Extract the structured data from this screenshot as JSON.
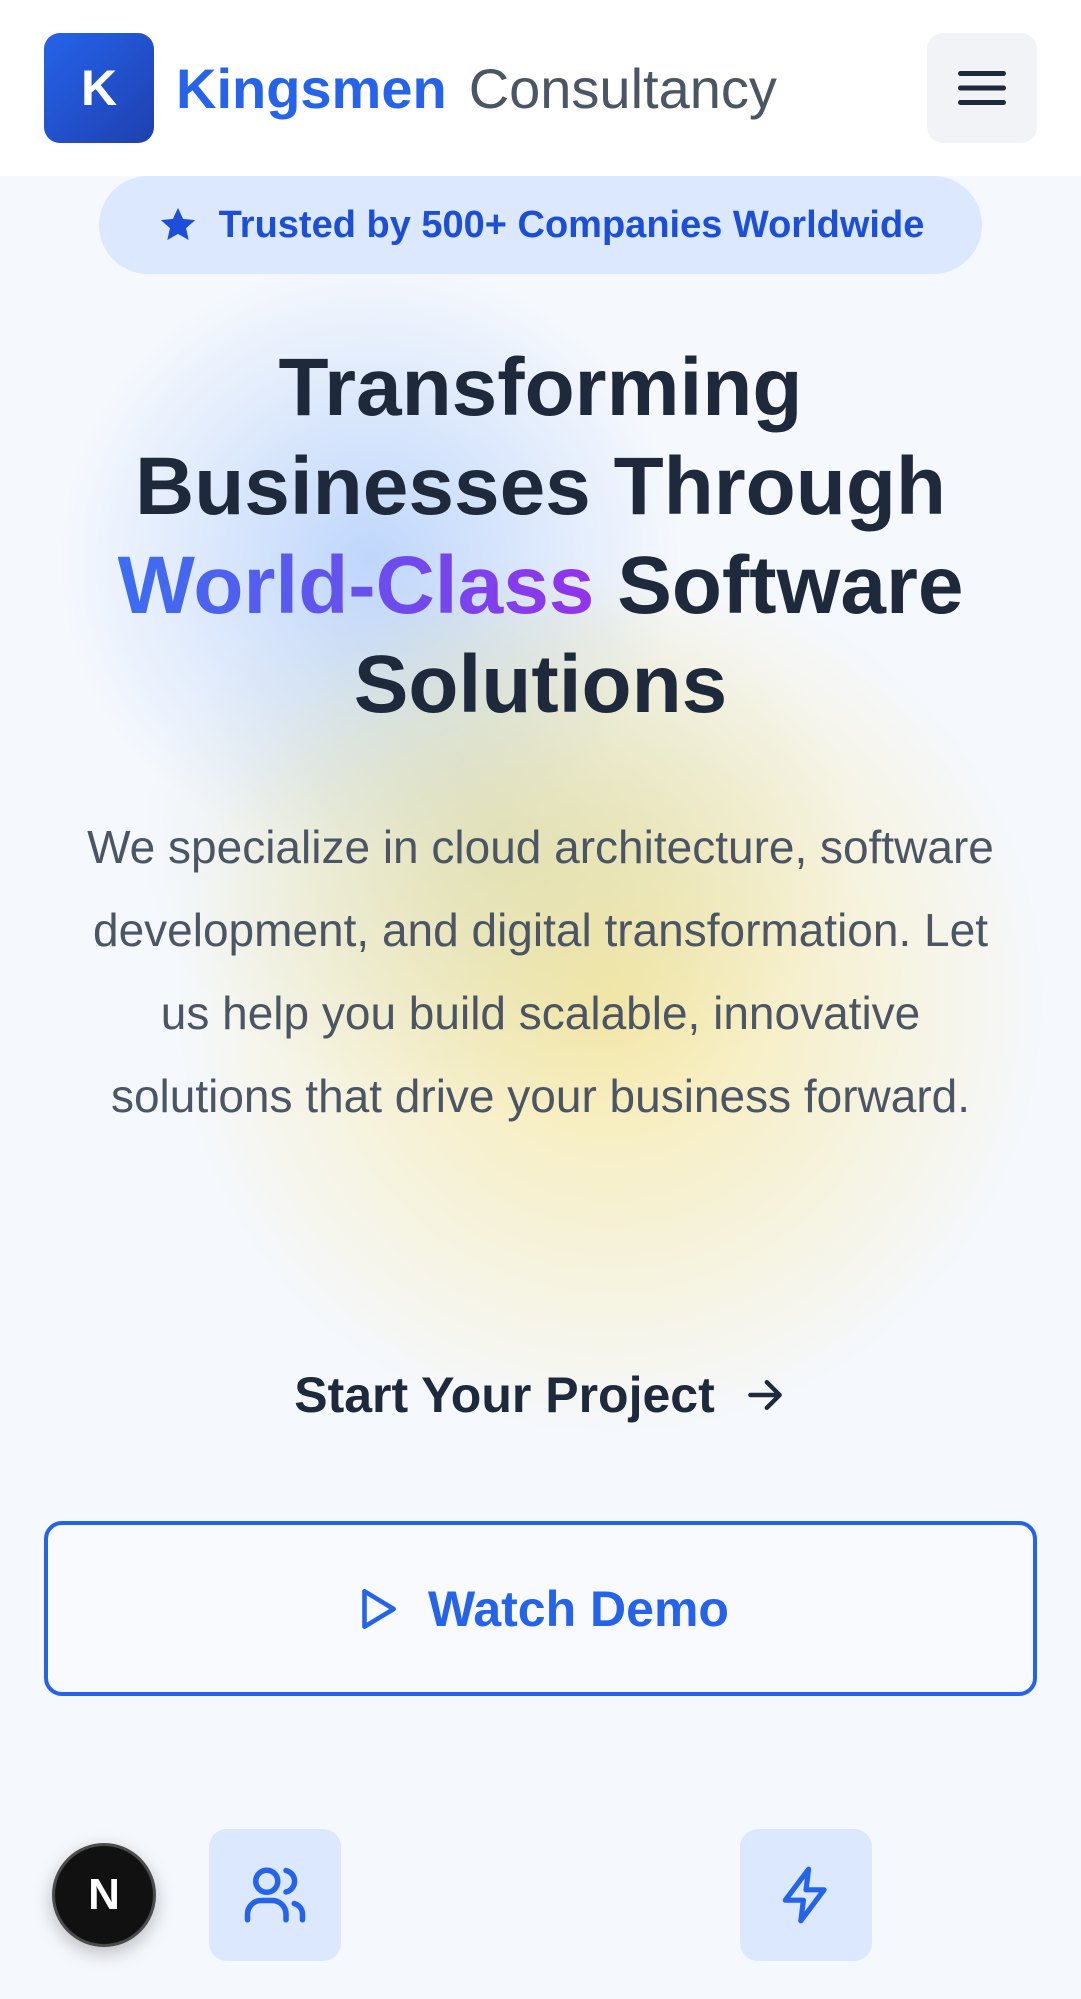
{
  "header": {
    "logo_letter": "K",
    "brand_main": "Kingsmen",
    "brand_sub": "Consultancy"
  },
  "badge": {
    "text": "Trusted by 500+ Companies Worldwide",
    "icon": "star-icon"
  },
  "hero": {
    "line1": "Transforming",
    "line2": "Businesses Through",
    "line3_highlight": "World-Class",
    "line3_rest": " Software",
    "line4": "Solutions",
    "description": "We specialize in cloud architecture, software development, and digital transformation. Let us help you build scalable, innovative solutions that drive your business forward."
  },
  "cta": {
    "label": "Start Your Project",
    "icon": "arrow-right-icon"
  },
  "demo": {
    "label": "Watch Demo",
    "icon": "play-icon"
  },
  "features": [
    {
      "icon": "users-icon"
    },
    {
      "icon": "lightning-icon"
    }
  ],
  "floating_badge": {
    "letter": "N"
  },
  "colors": {
    "primary": "#2563eb",
    "text_dark": "#1e293b",
    "text_muted": "#4b5563",
    "badge_bg": "#dbe8fd",
    "gradient_start": "#3b6ef0",
    "gradient_end": "#9333ea"
  }
}
